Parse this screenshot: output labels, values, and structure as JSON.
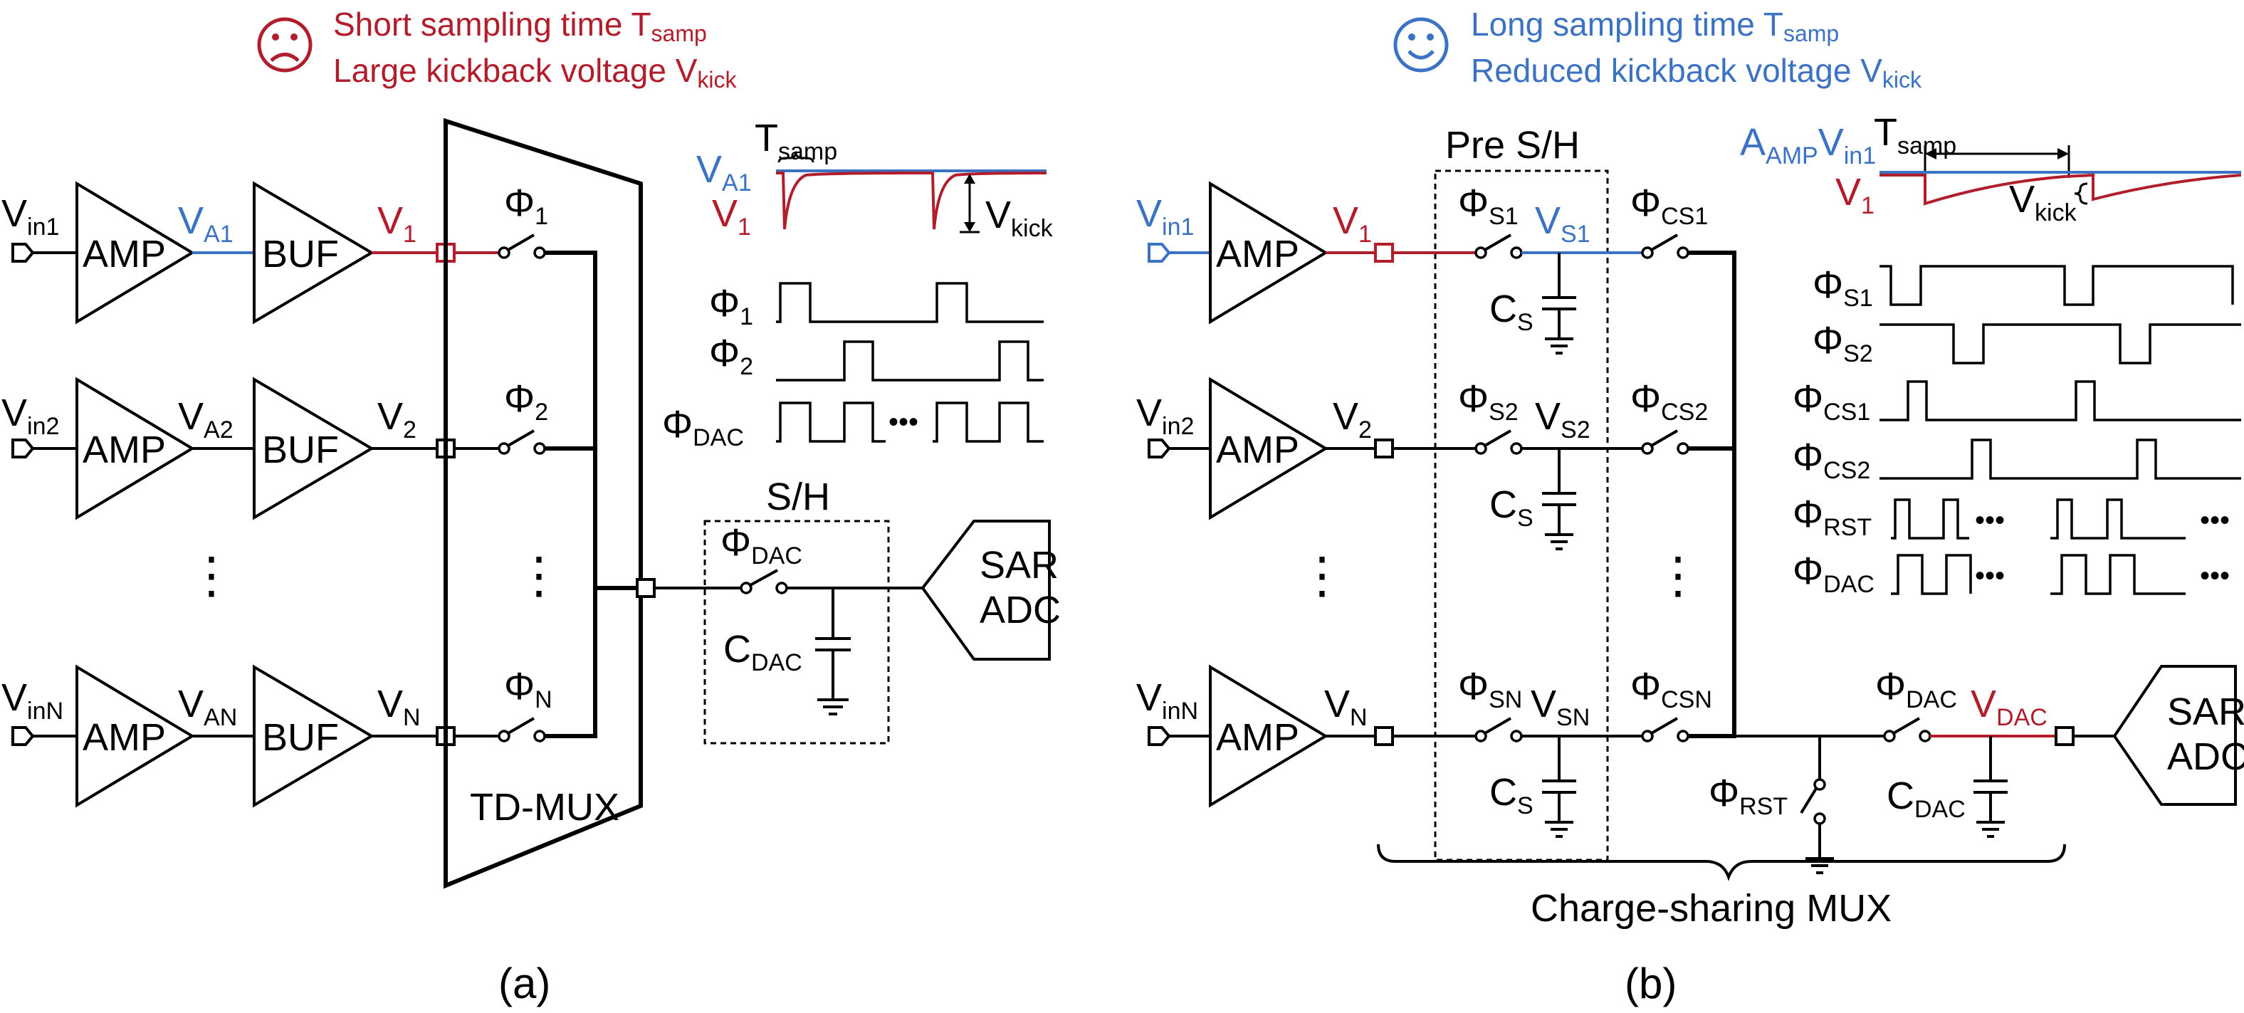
{
  "colors": {
    "red": "#b11d2b",
    "blue": "#3c72c4",
    "black": "#000000"
  },
  "icons": {
    "sad": "sad-face-icon",
    "happy": "happy-face-icon"
  },
  "a": {
    "caption": "(a)",
    "header": {
      "line1": "Short sampling time T",
      "line1_sub": "samp",
      "line2": "Large kickback voltage V",
      "line2_sub": "kick"
    },
    "channels": [
      {
        "vin": "V",
        "vin_sub": "in1",
        "amp": "AMP",
        "va": "V",
        "va_sub": "A1",
        "buf": "BUF",
        "v": "V",
        "v_sub": "1",
        "phi": "Φ",
        "phi_sub": "1"
      },
      {
        "vin": "V",
        "vin_sub": "in2",
        "amp": "AMP",
        "va": "V",
        "va_sub": "A2",
        "buf": "BUF",
        "v": "V",
        "v_sub": "2",
        "phi": "Φ",
        "phi_sub": "2"
      },
      {
        "vin": "V",
        "vin_sub": "inN",
        "amp": "AMP",
        "va": "V",
        "va_sub": "AN",
        "buf": "BUF",
        "v": "V",
        "v_sub": "N",
        "phi": "Φ",
        "phi_sub": "N"
      }
    ],
    "dots": "⋮",
    "mux": "TD-MUX",
    "sh": {
      "title": "S/H",
      "phi": "Φ",
      "phi_sub": "DAC",
      "cap": "C",
      "cap_sub": "DAC"
    },
    "adc": {
      "line1": "SAR",
      "line2": "ADC"
    },
    "timing": {
      "tsamp": "T",
      "tsamp_sub": "samp",
      "va1": "V",
      "va1_sub": "A1",
      "v1": "V",
      "v1_sub": "1",
      "vkick": "V",
      "vkick_sub": "kick",
      "phi1": "Φ",
      "phi1_sub": "1",
      "phi2": "Φ",
      "phi2_sub": "2",
      "phidac": "Φ",
      "phidac_sub": "DAC",
      "ellipsis": "•••"
    }
  },
  "b": {
    "caption": "(b)",
    "header": {
      "line1": "Long sampling time T",
      "line1_sub": "samp",
      "line2": "Reduced kickback voltage V",
      "line2_sub": "kick"
    },
    "pre_sh": "Pre S/H",
    "channels": [
      {
        "vin": "V",
        "vin_sub": "in1",
        "amp": "AMP",
        "v": "V",
        "v_sub": "1",
        "phis": "Φ",
        "phis_sub": "S1",
        "vs": "V",
        "vs_sub": "S1",
        "cs": "C",
        "cs_sub": "S",
        "phics": "Φ",
        "phics_sub": "CS1"
      },
      {
        "vin": "V",
        "vin_sub": "in2",
        "amp": "AMP",
        "v": "V",
        "v_sub": "2",
        "phis": "Φ",
        "phis_sub": "S2",
        "vs": "V",
        "vs_sub": "S2",
        "cs": "C",
        "cs_sub": "S",
        "phics": "Φ",
        "phics_sub": "CS2"
      },
      {
        "vin": "V",
        "vin_sub": "inN",
        "amp": "AMP",
        "v": "V",
        "v_sub": "N",
        "phis": "Φ",
        "phis_sub": "SN",
        "vs": "V",
        "vs_sub": "SN",
        "cs": "C",
        "cs_sub": "S",
        "phics": "Φ",
        "phics_sub": "CSN"
      }
    ],
    "dots": "⋮",
    "rst": {
      "phi": "Φ",
      "phi_sub": "RST"
    },
    "dac": {
      "phi": "Φ",
      "phi_sub": "DAC",
      "vdac": "V",
      "vdac_sub": "DAC",
      "cap": "C",
      "cap_sub": "DAC"
    },
    "adc": {
      "line1": "SAR",
      "line2": "ADC"
    },
    "brace_label": "Charge-sharing MUX",
    "timing": {
      "amp_label": "A",
      "amp_sub": "AMP",
      "amp_label2": "V",
      "amp_sub2": "in1",
      "v1": "V",
      "v1_sub": "1",
      "tsamp": "T",
      "tsamp_sub": "samp",
      "vkick": "V",
      "vkick_sub": "kick",
      "phis1": "Φ",
      "phis1_sub": "S1",
      "phis2": "Φ",
      "phis2_sub": "S2",
      "phics1": "Φ",
      "phics1_sub": "CS1",
      "phics2": "Φ",
      "phics2_sub": "CS2",
      "phirst": "Φ",
      "phirst_sub": "RST",
      "phidac": "Φ",
      "phidac_sub": "DAC",
      "ellipsis": "•••"
    }
  }
}
